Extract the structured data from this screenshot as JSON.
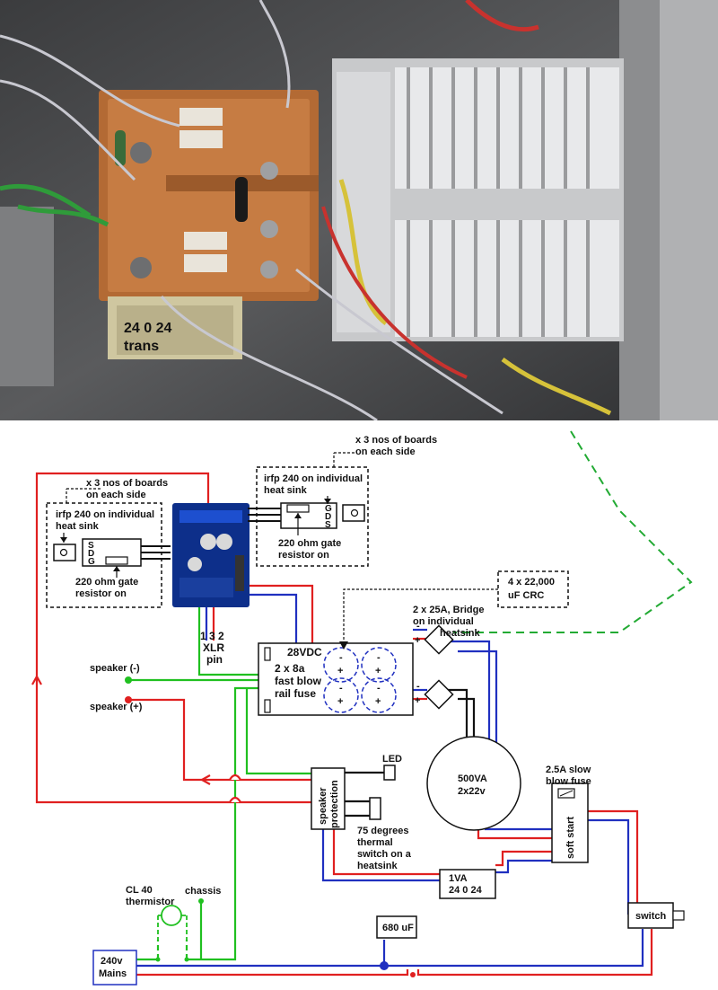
{
  "photo": {
    "transformer_label_line1": "24 0 24",
    "transformer_label_line2": "trans"
  },
  "schematic": {
    "note_left_line1": "x 3 nos of boards",
    "note_left_line2": "on each side",
    "note_right_line1": "x 3 nos of boards",
    "note_right_line2": "on each side",
    "mosfet_left_line1": "irfp 240 on individual",
    "mosfet_left_line2": "heat sink",
    "mosfet_right_line1": "irfp 240 on individual",
    "mosfet_right_line2": "heat sink",
    "pins_left": [
      "S",
      "D",
      "G"
    ],
    "pins_right": [
      "G",
      "D",
      "S"
    ],
    "gate_left_line1": "220 ohm gate",
    "gate_left_line2": "resistor on",
    "gate_right_line1": "220 ohm gate",
    "gate_right_line2": "resistor on",
    "xlr_pins": "1 3 2",
    "xlr_line1": "XLR",
    "xlr_line2": "pin",
    "cap_bank_label": "4 x 22,000",
    "cap_bank_label2": "uF CRC",
    "bridge_label_line1": "2 x 25A, Bridge",
    "bridge_label_line2": "on individual",
    "bridge_label_line3": "heatsink",
    "psu_voltage": "28VDC",
    "fuse_line1": "2 x 8a",
    "fuse_line2": "fast blow",
    "fuse_line3": "rail fuse",
    "speaker_neg": "speaker (-)",
    "speaker_pos": "speaker (+)",
    "led": "LED",
    "protection_line1": "speaker",
    "protection_line2": "protection",
    "thermal_line1": "75 degrees",
    "thermal_line2": "thermal",
    "thermal_line3": "switch on a",
    "thermal_line4": "heatsink",
    "transformer_line1": "500VA",
    "transformer_line2": "2x22v",
    "slow_fuse_line1": "2.5A slow",
    "slow_fuse_line2": "blow fuse",
    "soft_start": "soft start",
    "aux_tx_line1": "1VA",
    "aux_tx_line2": "24 0 24",
    "switch": "switch",
    "thermistor_line1": "CL 40",
    "thermistor_line2": "thermistor",
    "chassis": "chassis",
    "cap_680": "680 uF",
    "mains_line1": "240v",
    "mains_line2": "Mains",
    "sign_minus": "-",
    "sign_plus": "+"
  }
}
